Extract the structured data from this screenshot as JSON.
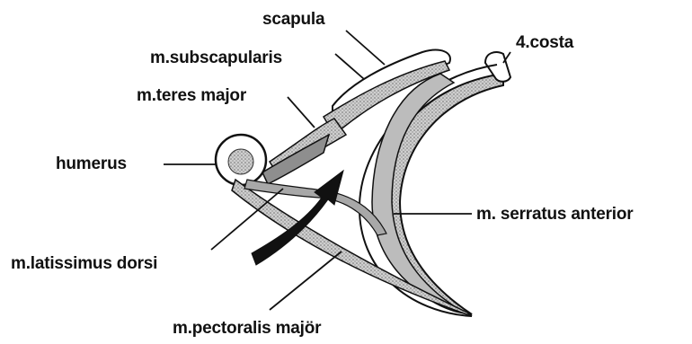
{
  "labels": {
    "scapula": "scapula",
    "subscapularis": "m.subscapularis",
    "teres_major": "m.teres major",
    "humerus": "humerus",
    "latissimus_dorsi": "m.latissimus dorsi",
    "pectoralis_major": "m.pectoralis majör",
    "serratus_anterior": "m. serratus anterior",
    "costa": "4.costa"
  },
  "colors": {
    "ink": "#111111",
    "muscle_fill": "#9a9a9a",
    "muscle_light": "#d2d2d2",
    "bone_fill": "#ffffff"
  }
}
